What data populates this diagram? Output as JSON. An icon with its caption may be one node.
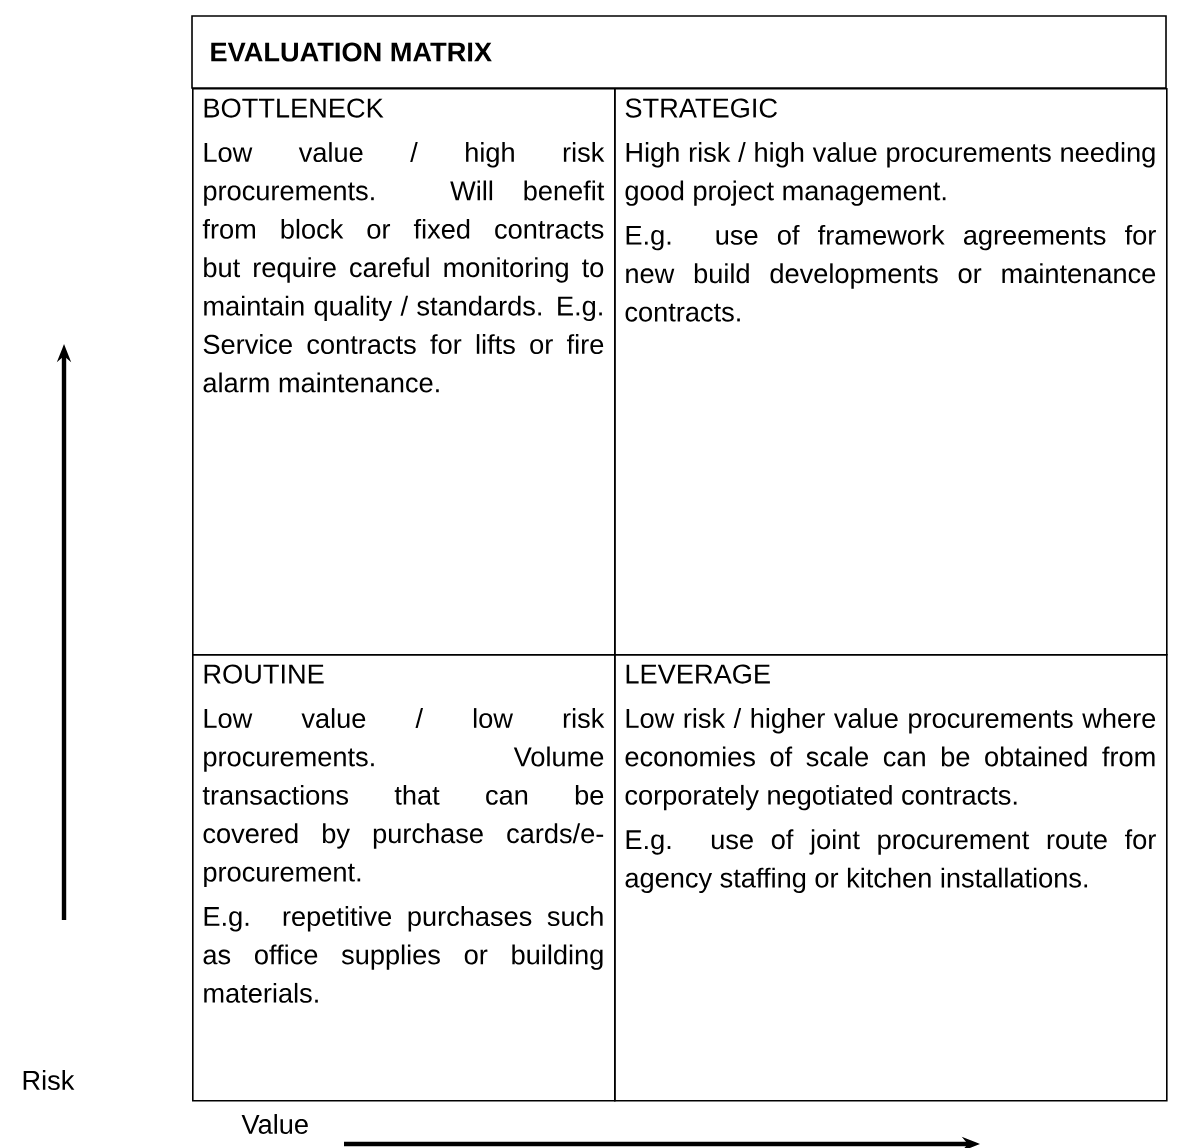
{
  "diagram": {
    "title": "EVALUATION MATRIX",
    "nodes": [
      {
        "text": [
          "BOTTLENECK",
          "Low value / high risk procurements. Will benefit from block or fixed contracts but require careful monitoring to maintain quality / standards. E.g. Service contracts for lifts or fire alarm maintenance."
        ]
      },
      {
        "text": [
          "STRATEGIC",
          "High risk / high value procurements needing good project management.",
          "E.g. use of framework agreements for new build developments or maintenance contracts."
        ]
      },
      {
        "text": [
          "ROUTINE",
          "Low value / low risk procurements. Volume transactions that can be covered by purchase cards/e-procurement.",
          "E.g. repetitive purchases such as office supplies or building materials."
        ]
      },
      {
        "text": [
          "LEVERAGE",
          "Low risk / higher value procurements where economies of scale can be obtained from corporately negotiated contracts.",
          "E.g. use of joint procurement route for agency staffing or kitchen installations."
        ]
      }
    ],
    "labels": [
      "Risk",
      "Value"
    ]
  }
}
